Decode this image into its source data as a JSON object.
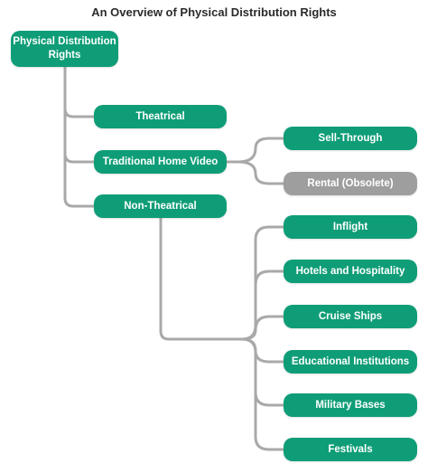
{
  "title": "An Overview of Physical Distribution Rights",
  "colors": {
    "node": "#0f9d77",
    "node_inactive": "#9e9e9e",
    "connector": "#a9a9a9",
    "text": "#ffffff"
  },
  "root": {
    "label": "Physical Distribution Rights"
  },
  "categories": [
    {
      "label": "Theatrical"
    },
    {
      "label": "Traditional Home Video",
      "children": [
        {
          "label": "Sell-Through",
          "status": "active"
        },
        {
          "label": "Rental (Obsolete)",
          "status": "obsolete"
        }
      ]
    },
    {
      "label": "Non-Theatrical",
      "children": [
        {
          "label": "Inflight"
        },
        {
          "label": "Hotels and Hospitality"
        },
        {
          "label": "Cruise Ships"
        },
        {
          "label": "Educational Institutions"
        },
        {
          "label": "Military Bases"
        },
        {
          "label": "Festivals"
        }
      ]
    }
  ]
}
